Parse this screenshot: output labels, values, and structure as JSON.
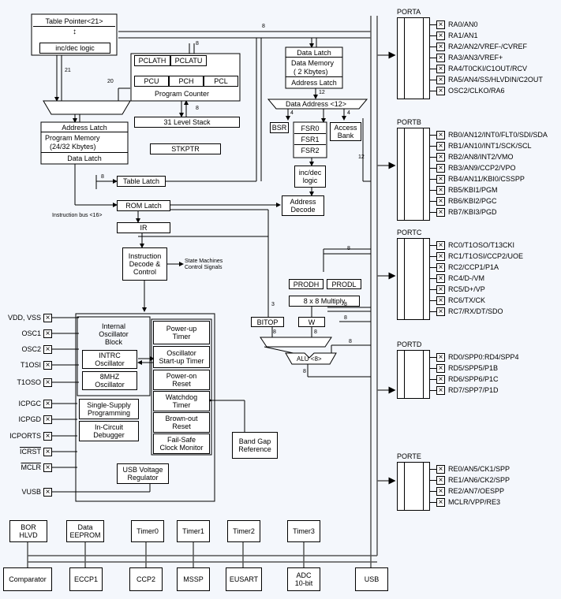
{
  "ports": [
    {
      "name": "PORTA",
      "pins": [
        "RA0/AN0",
        "RA1/AN1",
        "RA2/AN2/VREF-/CVREF",
        "RA3/AN3/VREF+",
        "RA4/T0CKI/C1OUT/RCV",
        "RA5/AN4/SS/HLVDIN/C2OUT",
        "OSC2/CLKO/RA6"
      ]
    },
    {
      "name": "PORTB",
      "pins": [
        "RB0/AN12/INT0/FLT0/SDI/SDA",
        "RB1/AN10/INT1/SCK/SCL",
        "RB2/AN8/INT2/VMO",
        "RB3/AN9/CCP2/VPO",
        "RB4/AN11/KBI0/CSSPP",
        "RB5/KBI1/PGM",
        "RB6/KBI2/PGC",
        "RB7/KBI3/PGD"
      ]
    },
    {
      "name": "PORTC",
      "pins": [
        "RC0/T1OSO/T13CKI",
        "RC1/T1OSI/CCP2/UOE",
        "RC2/CCP1/P1A",
        "RC4/D-/VM",
        "RC5/D+/VP",
        "RC6/TX/CK",
        "RC7/RX/DT/SDO"
      ]
    },
    {
      "name": "PORTD",
      "pins": [
        "RD0/SPP0:RD4/SPP4",
        "RD5/SPP5/P1B",
        "RD6/SPP6/P1C",
        "RD7/SPP7/P1D"
      ]
    },
    {
      "name": "PORTE",
      "pins": [
        "RE0/AN5/CK1/SPP",
        "RE1/AN6/CK2/SPP",
        "RE2/AN7/OESPP",
        "MCLR/VPP/RE3"
      ]
    }
  ],
  "core": {
    "table_pointer": "Table Pointer<21>",
    "inc_dec": "inc/dec logic",
    "pclath": "PCLATH",
    "pclatu": "PCLATU",
    "pcu": "PCU",
    "pch": "PCH",
    "pcl": "PCL",
    "program_counter": "Program Counter",
    "stack": "31 Level Stack",
    "stkptr": "STKPTR",
    "address_latch": "Address Latch",
    "program_memory": "Program Memory",
    "program_memory_size": "(24/32 Kbytes)",
    "data_latch_pm": "Data Latch",
    "table_latch": "Table Latch",
    "rom_latch": "ROM Latch",
    "instruction_bus": "Instruction bus <16>",
    "ir": "IR",
    "instruction_decode": [
      "Instruction",
      "Decode &",
      "Control"
    ],
    "state_machines": [
      "State Machines",
      "Control Signals"
    ],
    "data_latch_dm": "Data Latch",
    "data_memory": "Data Memory",
    "data_memory_size": "( 2 Kbytes)",
    "address_latch_dm": "Address Latch",
    "data_address": "Data Address <12>",
    "bsr": "BSR",
    "fsr0": "FSR0",
    "fsr1": "FSR1",
    "fsr2": "FSR2",
    "access_bank": [
      "Access",
      "Bank"
    ],
    "inc_dec_logic": [
      "inc/dec",
      "logic"
    ],
    "address_decode": [
      "Address",
      "Decode"
    ],
    "prodh": "PRODH",
    "prodl": "PRODL",
    "multiply": "8 x 8 Multiply",
    "bitop": "BITOP",
    "w": "W",
    "alu": "ALU <8>"
  },
  "bus_widths": [
    "21",
    "8",
    "8",
    "20",
    "12",
    "4",
    "4",
    "12",
    "8",
    "8",
    "3",
    "8",
    "8",
    "8",
    "8",
    "8",
    "8",
    "8"
  ],
  "clock": {
    "internal_osc": [
      "Internal",
      "Oscillator",
      "Block"
    ],
    "intrc": [
      "INTRC",
      "Oscillator"
    ],
    "mhz8": [
      "8MHZ",
      "Oscillator"
    ],
    "single_supply": [
      "Single-Supply",
      "Programming"
    ],
    "icd": [
      "In-Circuit",
      "Debugger"
    ],
    "usb_reg": [
      "USB Voltage",
      "Regulator"
    ]
  },
  "timers_block": {
    "powerup": [
      "Power-up",
      "Timer"
    ],
    "ost": [
      "Oscillator",
      "Start-up Timer"
    ],
    "por": [
      "Power-on",
      "Reset"
    ],
    "wdt": [
      "Watchdog",
      "Timer"
    ],
    "bor": [
      "Brown-out",
      "Reset"
    ],
    "failsafe": [
      "Fail-Safe",
      "Clock Monitor"
    ],
    "bandgap": [
      "Band Gap",
      "Reference"
    ]
  },
  "left_pins": [
    "VDD, VSS",
    "OSC1",
    "OSC2",
    "T1OSI",
    "T1OSO",
    "ICPGC",
    "ICPGD",
    "ICPORTS",
    "ICRST",
    "MCLR",
    "VUSB"
  ],
  "peripherals_top": [
    [
      "BOR",
      "HLVD"
    ],
    [
      "Data",
      "EEPROM"
    ],
    [
      "Timer0"
    ],
    [
      "Timer1"
    ],
    [
      "Timer2"
    ],
    [
      "Timer3"
    ]
  ],
  "peripherals_bottom": [
    [
      "Comparator"
    ],
    [
      "ECCP1"
    ],
    [
      "CCP2"
    ],
    [
      "MSSP"
    ],
    [
      "EUSART"
    ],
    [
      "ADC",
      "10-bit"
    ],
    [
      "USB"
    ]
  ]
}
